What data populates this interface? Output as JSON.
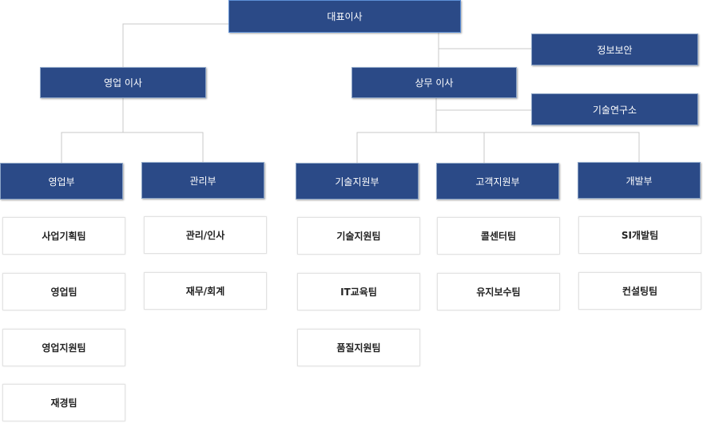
{
  "top": {
    "label": "대표이사"
  },
  "staff": {
    "security": "정보보안",
    "research": "기술연구소"
  },
  "vps": {
    "sales": "영업 이사",
    "managing": "상무 이사"
  },
  "departments": {
    "sales": "영업부",
    "admin": "관리부",
    "tech_support": "기술지원부",
    "customer_support": "고객지원부",
    "development": "개발부"
  },
  "teams": {
    "sales": [
      "사업기획팀",
      "영업팀",
      "영업지원팀",
      "재경팀"
    ],
    "admin": [
      "관리/인사",
      "재무/회계"
    ],
    "tech_support": [
      "기술지원팀",
      "IT교육팀",
      "품질지원팀"
    ],
    "customer_support": [
      "콜센터팀",
      "유지보수팀"
    ],
    "development": [
      "SI개발팀",
      "컨설팅팀"
    ]
  },
  "colors": {
    "box_fill": "#2b4a87",
    "box_text": "#ffffff",
    "connector": "#c8c8c8",
    "team_border": "#e2e2e2"
  }
}
